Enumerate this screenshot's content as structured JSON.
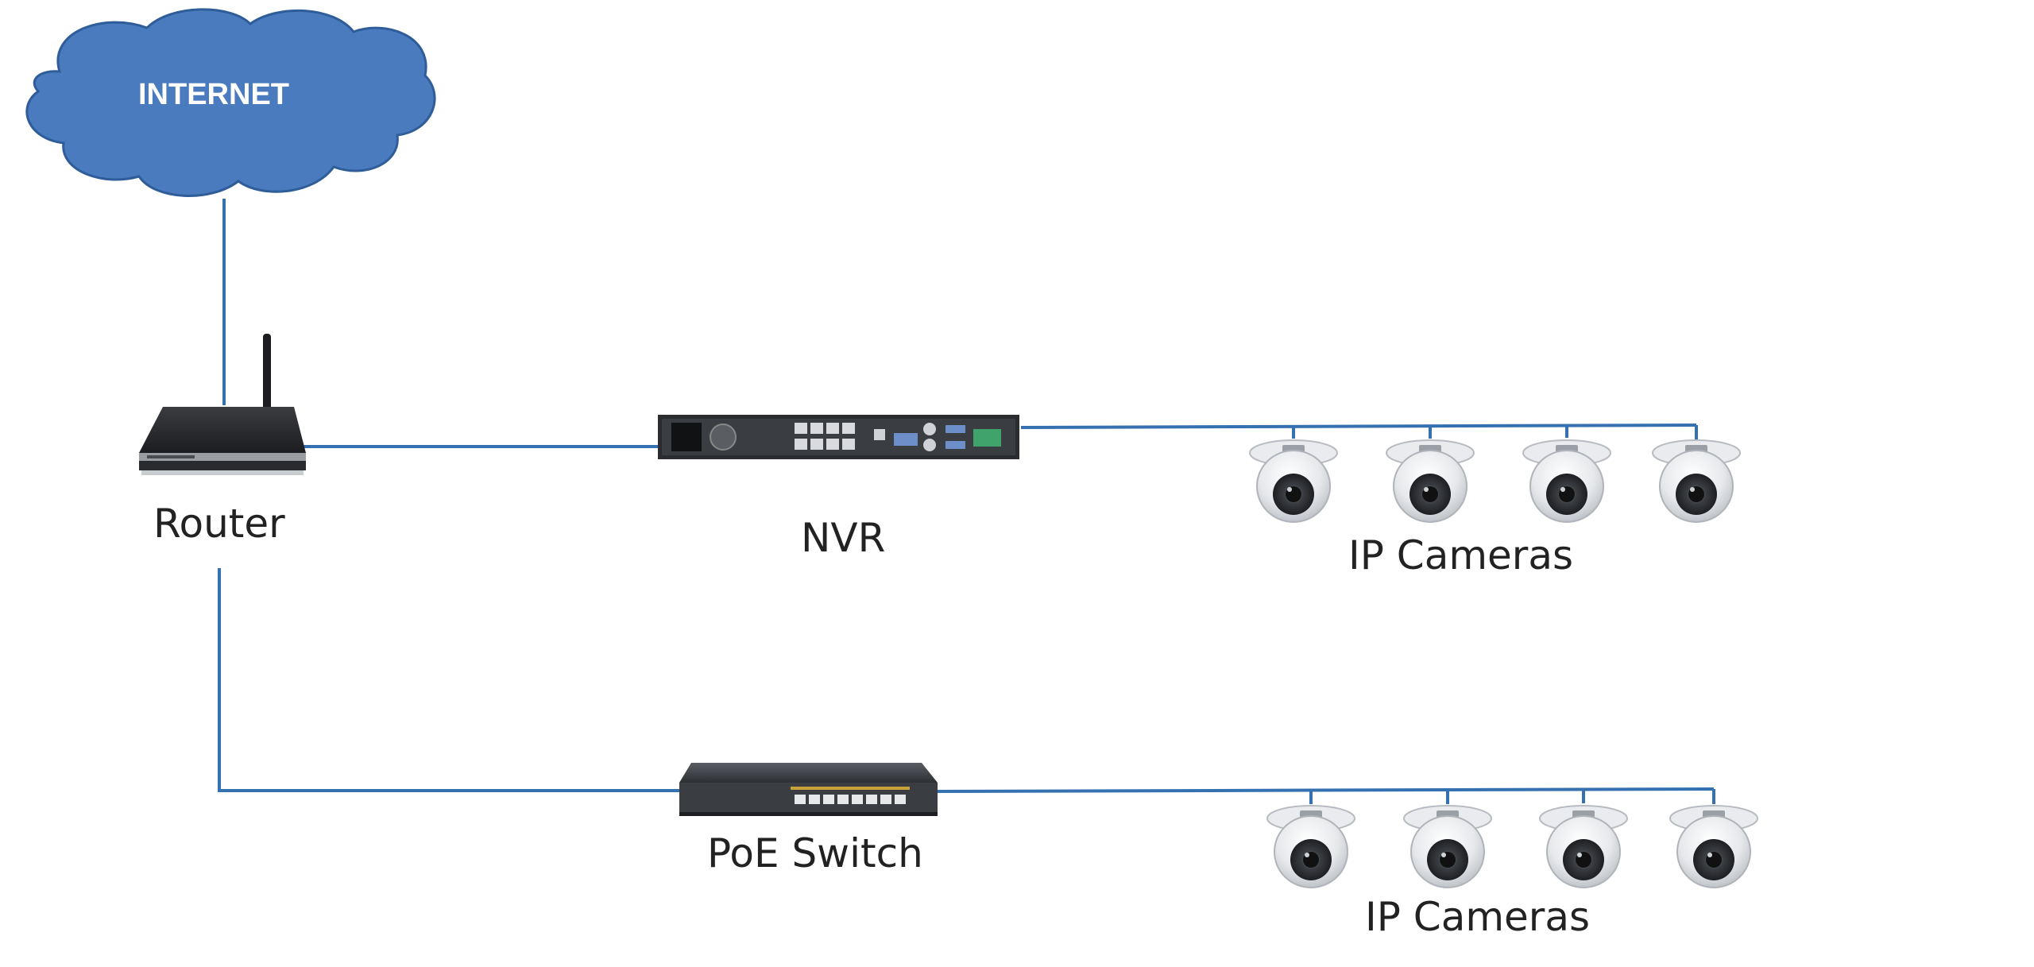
{
  "labels": {
    "internet": "INTERNET",
    "router": "Router",
    "nvr": "NVR",
    "ip_cameras_top": "IP Cameras",
    "poe_switch": "PoE Switch",
    "ip_cameras_bottom": "IP Cameras"
  },
  "colors": {
    "cloud_fill": "#4a7bbf",
    "cloud_stroke": "#2f5d99",
    "line": "#3570b0"
  },
  "icons": {
    "internet": "cloud-icon",
    "router": "wireless-router-icon",
    "nvr": "nvr-device-icon",
    "switch": "poe-switch-icon",
    "camera": "dome-camera-icon"
  }
}
